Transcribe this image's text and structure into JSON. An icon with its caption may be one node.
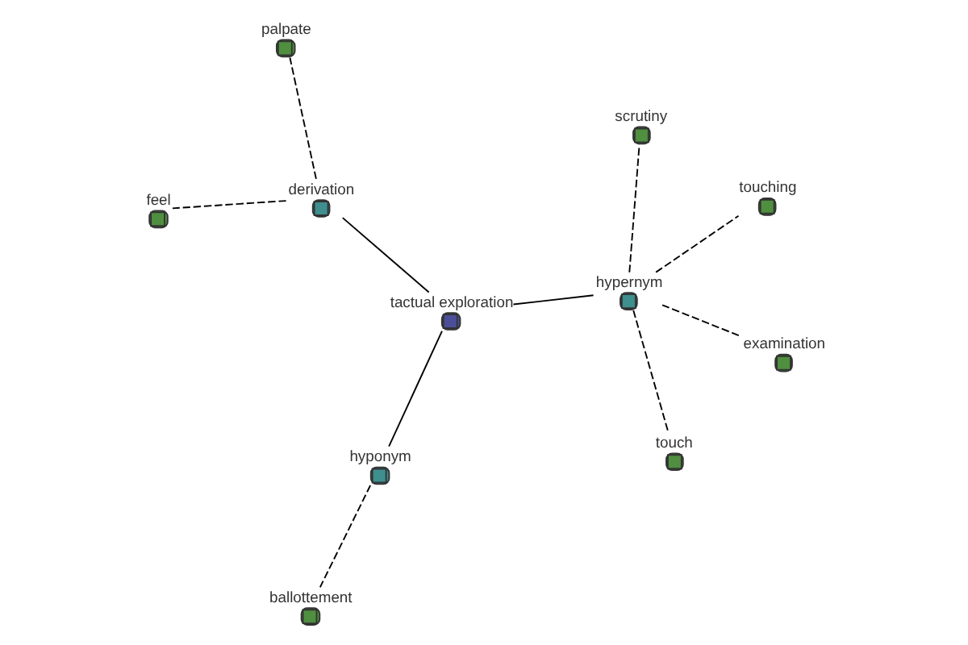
{
  "diagram": {
    "nodes": [
      {
        "text": [
          "tactual exploration"
        ]
      },
      {
        "text": [
          "hypernym"
        ]
      },
      {
        "text": [
          "hyponym"
        ]
      },
      {
        "text": [
          "derivation"
        ]
      },
      {
        "text": [
          "touching"
        ]
      },
      {
        "text": [
          "scrutiny"
        ]
      },
      {
        "text": [
          "touch"
        ]
      },
      {
        "text": [
          "examination"
        ]
      },
      {
        "text": [
          "ballottement"
        ]
      },
      {
        "text": [
          "palpate"
        ]
      },
      {
        "text": [
          "feel"
        ]
      }
    ],
    "edges": [
      {
        "from": 0,
        "to": 1,
        "arrow": "none"
      },
      {
        "from": 0,
        "to": 2,
        "arrow": "none"
      },
      {
        "from": 0,
        "to": 3,
        "arrow": "none"
      },
      {
        "from": 1,
        "to": 4,
        "arrow": "none",
        "style": "dashed"
      },
      {
        "from": 1,
        "to": 5,
        "arrow": "none",
        "style": "dashed"
      },
      {
        "from": 1,
        "to": 6,
        "arrow": "none",
        "style": "dashed"
      },
      {
        "from": 1,
        "to": 7,
        "arrow": "none",
        "style": "dashed"
      },
      {
        "from": 2,
        "to": 8,
        "arrow": "none",
        "style": "dashed"
      },
      {
        "from": 3,
        "to": 9,
        "arrow": "none",
        "style": "dashed"
      },
      {
        "from": 3,
        "to": 10,
        "arrow": "none",
        "style": "dashed"
      }
    ]
  }
}
